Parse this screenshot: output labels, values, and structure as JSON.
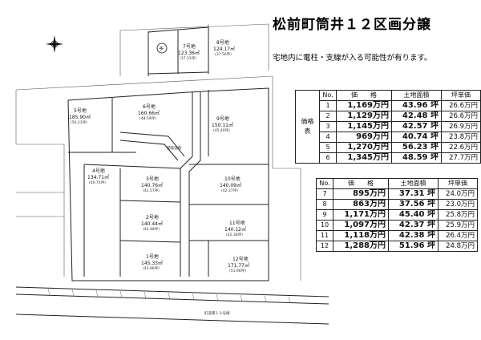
{
  "title": "松前町筒井１２区画分譲",
  "note": "宅地内に電柱・支線が入る可能性が有ります。",
  "road_label": "町道南１０号線",
  "access_road_label": "開発道路",
  "reserved_mark": "予",
  "table_a": {
    "side_label": "価格表",
    "headers": {
      "no": "No.",
      "price": "価　　格",
      "area": "土地面積",
      "unit": "坪単価"
    },
    "rows": [
      {
        "no": "1",
        "price": "1,169万円",
        "area": "43.96 坪",
        "unit": "26.6万円"
      },
      {
        "no": "2",
        "price": "1,129万円",
        "area": "42.48 坪",
        "unit": "26.6万円"
      },
      {
        "no": "3",
        "price": "1,145万円",
        "area": "42.57 坪",
        "unit": "26.9万円"
      },
      {
        "no": "4",
        "price": "969万円",
        "area": "40.74 坪",
        "unit": "23.8万円"
      },
      {
        "no": "5",
        "price": "1,270万円",
        "area": "56.23 坪",
        "unit": "22.6万円"
      },
      {
        "no": "6",
        "price": "1,345万円",
        "area": "48.59 坪",
        "unit": "27.7万円"
      }
    ]
  },
  "table_b": {
    "headers": {
      "no": "No.",
      "price": "価　　格",
      "area": "土地面積",
      "unit": "坪単価"
    },
    "rows": [
      {
        "no": "7",
        "price": "895万円",
        "area": "37.31 坪",
        "unit": "24.0万円"
      },
      {
        "no": "8",
        "price": "863万円",
        "area": "37.56 坪",
        "unit": "23.0万円"
      },
      {
        "no": "9",
        "price": "1,171万円",
        "area": "45.40 坪",
        "unit": "25.8万円"
      },
      {
        "no": "10",
        "price": "1,097万円",
        "area": "42.37 坪",
        "unit": "25.9万円"
      },
      {
        "no": "11",
        "price": "1,118万円",
        "area": "42.38 坪",
        "unit": "26.4万円"
      },
      {
        "no": "12",
        "price": "1,288万円",
        "area": "51.96 坪",
        "unit": "24.8万円"
      }
    ]
  },
  "lots": [
    {
      "id": "lot-7",
      "name": "7号地",
      "area": "123.36㎡",
      "tsubo": "(37.31坪)"
    },
    {
      "id": "lot-8",
      "name": "8号地",
      "area": "124.17㎡",
      "tsubo": "(37.56坪)"
    },
    {
      "id": "lot-5",
      "name": "5号地",
      "area": "185.90㎡",
      "tsubo": "(56.23坪)"
    },
    {
      "id": "lot-6",
      "name": "6号地",
      "area": "160.66㎡",
      "tsubo": "(48.59坪)"
    },
    {
      "id": "lot-9",
      "name": "9号地",
      "area": "150.11㎡",
      "tsubo": "(45.40坪)"
    },
    {
      "id": "lot-4",
      "name": "4号地",
      "area": "134.71㎡",
      "tsubo": "(40.74坪)"
    },
    {
      "id": "lot-3",
      "name": "3号地",
      "area": "140.76㎡",
      "tsubo": "(42.57坪)"
    },
    {
      "id": "lot-10",
      "name": "10号地",
      "area": "140.09㎡",
      "tsubo": "(42.37坪)"
    },
    {
      "id": "lot-2",
      "name": "2号地",
      "area": "140.44㎡",
      "tsubo": "(42.48坪)"
    },
    {
      "id": "lot-11",
      "name": "11号地",
      "area": "140.12㎡",
      "tsubo": "(42.38坪)"
    },
    {
      "id": "lot-1",
      "name": "1号地",
      "area": "145.33㎡",
      "tsubo": "(43.96坪)"
    },
    {
      "id": "lot-12",
      "name": "12号地",
      "area": "171.77㎡",
      "tsubo": "(51.96坪)"
    }
  ]
}
